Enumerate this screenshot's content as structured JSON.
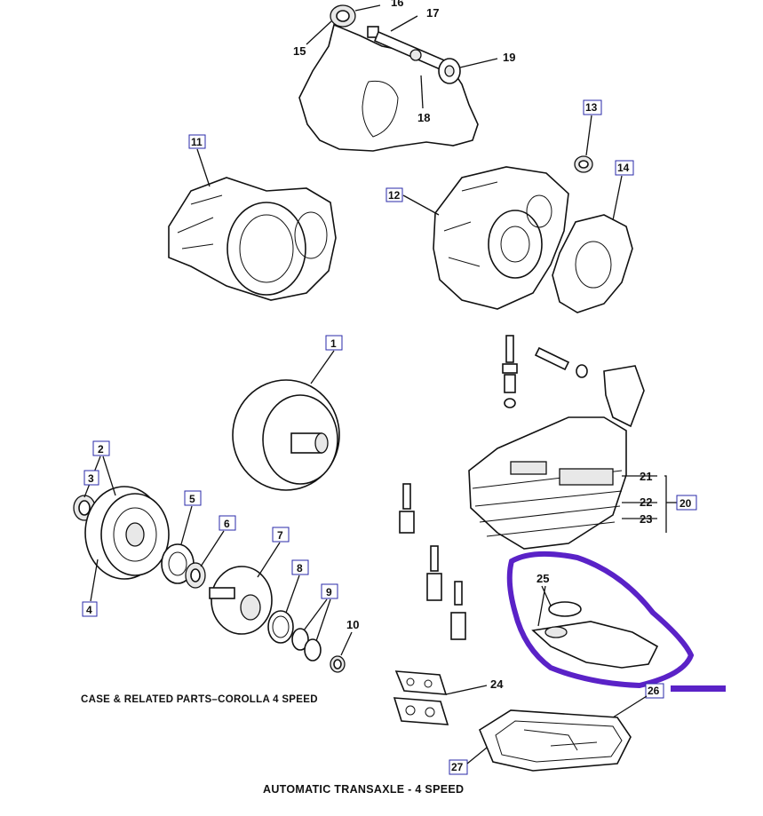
{
  "captions": {
    "case_parts": "CASE & RELATED PARTS–COROLLA 4 SPEED",
    "main_title": "AUTOMATIC TRANSAXLE - 4 SPEED"
  },
  "callouts": {
    "c1": "1",
    "c2": "2",
    "c3": "3",
    "c4": "4",
    "c5": "5",
    "c6": "6",
    "c7": "7",
    "c8": "8",
    "c9": "9",
    "c10": "10",
    "c11": "11",
    "c12": "12",
    "c13": "13",
    "c14": "14",
    "c15": "15",
    "c16": "16",
    "c17": "17",
    "c18": "18",
    "c19": "19",
    "c20": "20",
    "c21": "21",
    "c22": "22",
    "c23": "23",
    "c24": "24",
    "c25": "25",
    "c26": "26",
    "c27": "27"
  },
  "colors": {
    "highlight": "#5a22c7",
    "box_border": "#2a2aa8",
    "ink": "#111111"
  }
}
